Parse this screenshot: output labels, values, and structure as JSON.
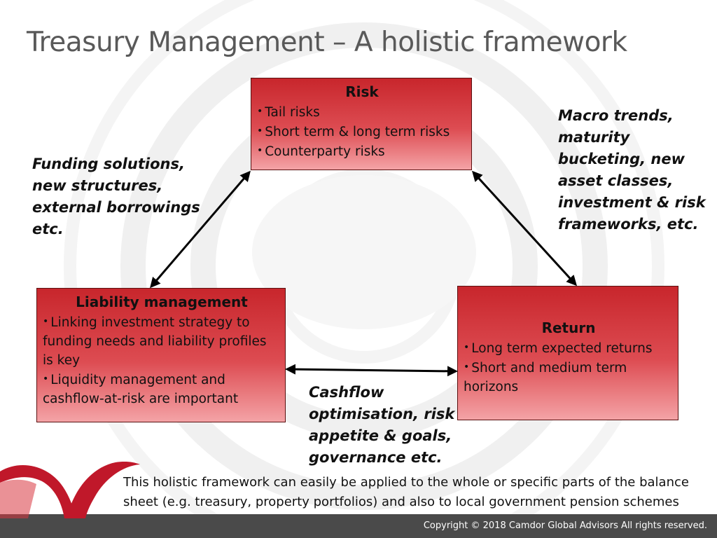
{
  "slide": {
    "title": "Treasury Management – A holistic framework"
  },
  "boxes": {
    "risk": {
      "title": "Risk",
      "bullets": [
        "Tail risks",
        "Short term & long term risks",
        "Counterparty risks"
      ]
    },
    "liability": {
      "title": "Liability management",
      "bullets": [
        "Linking investment strategy to funding needs and liability profiles is key",
        "Liquidity management and cashflow-at-risk are important"
      ]
    },
    "return": {
      "title": "Return",
      "bullets": [
        "Long term expected returns",
        "Short and medium term horizons"
      ]
    }
  },
  "notes": {
    "funding": "Funding solutions, new structures, external borrowings etc.",
    "macro": "Macro trends, maturity bucketing, new asset classes, investment & risk frameworks, etc.",
    "cashflow": "Cashflow optimisation, risk appetite & goals, governance etc."
  },
  "summary": "This holistic framework can easily be applied to the whole or specific parts of the balance sheet (e.g. treasury, property portfolios) and also to local government pension schemes",
  "footer": {
    "copyright": "Copyright © 2018 Camdor Global Advisors All rights reserved."
  },
  "colors": {
    "box_red": "#c8262c",
    "box_light": "#f4a3a6",
    "title_grey": "#595959",
    "footer_grey": "#4a4a4a",
    "logo_red": "#c0182a"
  },
  "icons": {
    "bullet": "•"
  }
}
